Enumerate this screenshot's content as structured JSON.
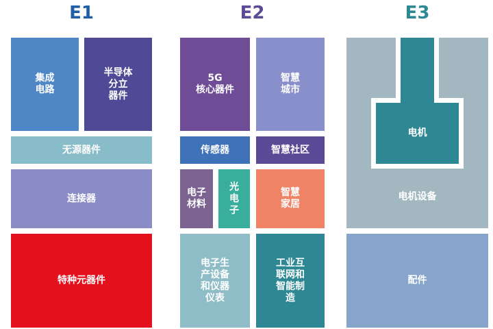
{
  "headers": {
    "e1": "E1",
    "e2": "E2",
    "e3": "E3"
  },
  "e1": {
    "integrated_circuit": "集成\n电路",
    "semiconductor_discrete": "半导体\n分立\n器件",
    "passive_components": "无源器件",
    "connectors": "连接器",
    "special_components": "特种元器件"
  },
  "e2": {
    "core_5g": "5G\n核心器件",
    "smart_city": "智慧\n城市",
    "sensors": "传感器",
    "smart_community": "智慧社区",
    "electronic_materials": "电子\n材料",
    "photonics": "光\n电\n子",
    "smart_home": "智慧\n家居",
    "production_equipment": "电子生\n产设备\n和仪器\n仪表",
    "industrial_internet": "工业互\n联网和\n智能制\n造"
  },
  "e3": {
    "motor": "电机",
    "motor_equipment": "电机设备",
    "accessories": "配件"
  },
  "colors": {
    "e1_header": "#1f5fa8",
    "e2_header": "#5b4a96",
    "e3_header": "#2d8893",
    "blue": "#4f86c6",
    "indigo": "#4f4a96",
    "light_teal": "#88bcc8",
    "lavender": "#8a8cc6",
    "red": "#e3101d",
    "purple": "#6f4c96",
    "periwinkle": "#898fcb",
    "mid_blue": "#3f72b8",
    "deep_purple": "#5b4a96",
    "mauve": "#7b6290",
    "green": "#3aae9c",
    "orange": "#ee8366",
    "pale_teal": "#8ebdc8",
    "dark_teal": "#2d8893",
    "gray_teal": "#a2b7bf",
    "slate_blue": "#87a5cb"
  }
}
